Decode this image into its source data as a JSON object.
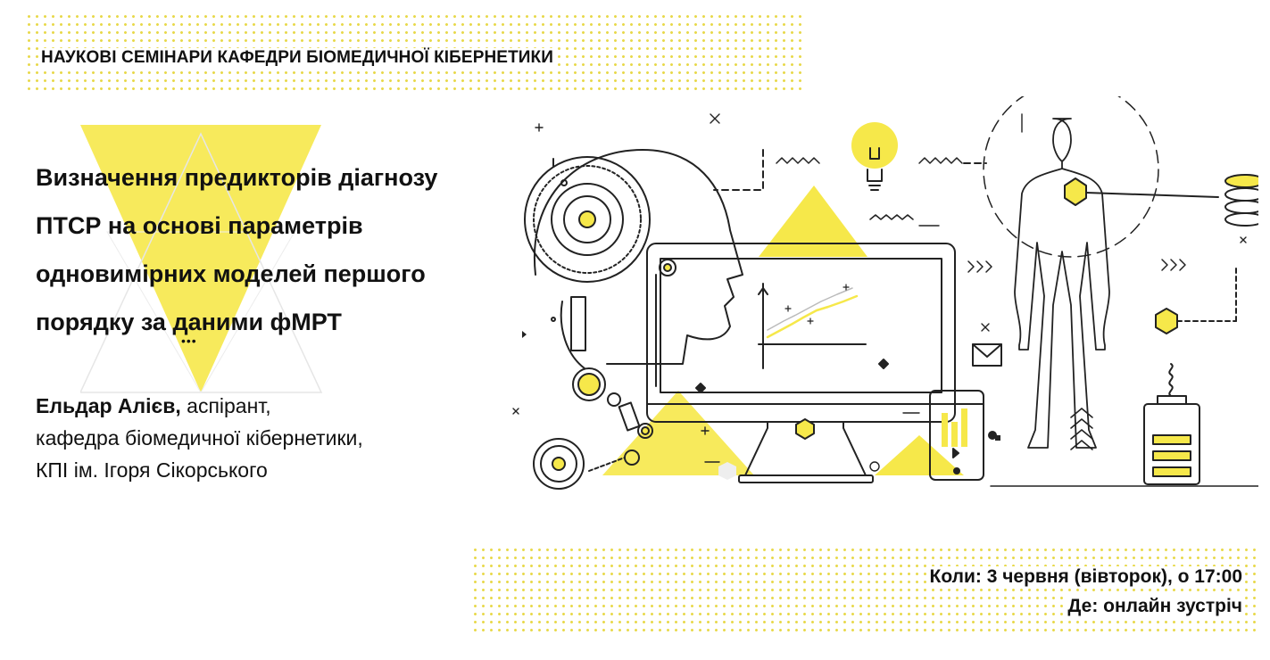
{
  "header": {
    "text": "НАУКОВІ СЕМІНАРИ КАФЕДРИ БІОМЕДИЧНОЇ КІБЕРНЕТИКИ"
  },
  "talk": {
    "title_lines": [
      "Визначення предикторів діагнозу",
      "ПТСР на основі параметрів",
      "одновимірних моделей першого",
      "порядку за даними фМРТ"
    ]
  },
  "speaker": {
    "name": "Ельдар Алієв,",
    "role": " аспірант,",
    "department": "кафедра біомедичної кібернетики,",
    "university": "КПІ ім. Ігоря Сікорського"
  },
  "event": {
    "when": "Коли: 3 червня (вівторок), о 17:00",
    "where": "Де: онлайн зустріч"
  },
  "decor": {
    "ellipsis": "•••"
  },
  "colors": {
    "accent": "#f5e23d",
    "dots": "#e8d94c",
    "line": "#222222"
  }
}
